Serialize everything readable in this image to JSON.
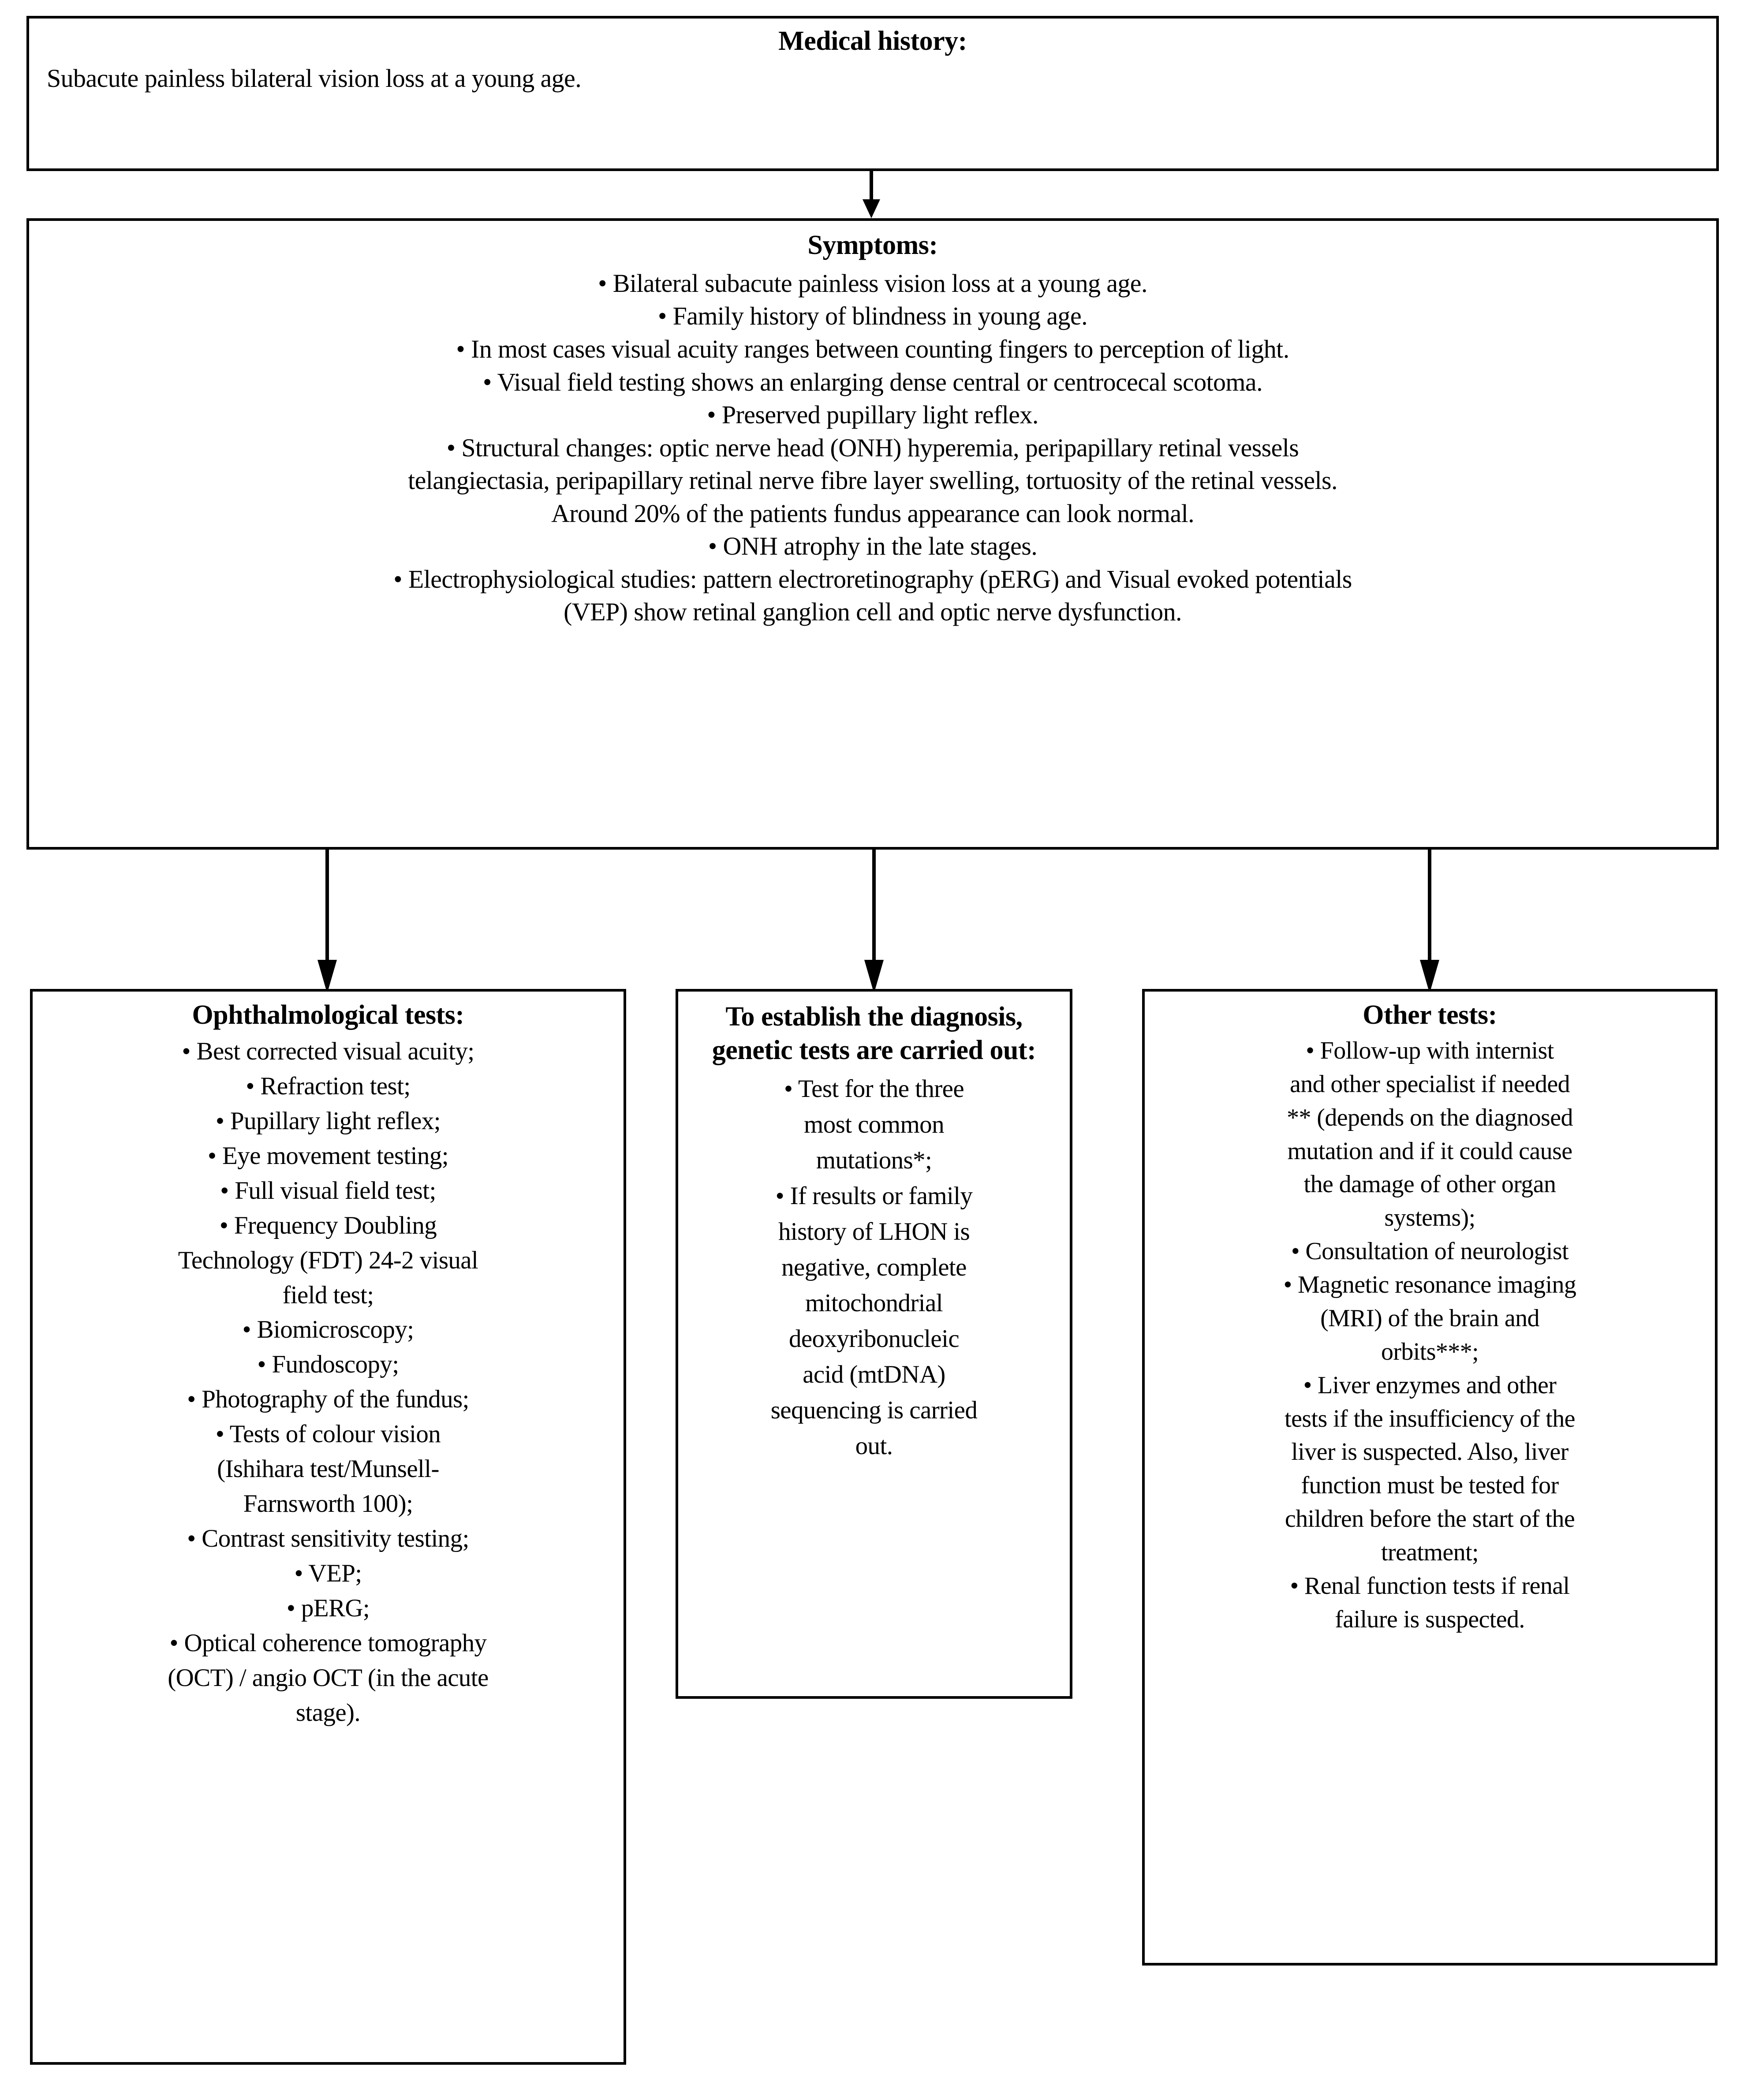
{
  "diagram": {
    "type": "flowchart",
    "title": "LHON diagnostic work-up flowchart",
    "nodes": {
      "medical_history": {
        "title": "Medical history:",
        "lines": [
          "Subacute painless bilateral vision loss at a young age."
        ]
      },
      "symptoms": {
        "title": "Symptoms:",
        "lines": [
          "• Bilateral subacute painless vision loss at a young age.",
          "• Family history of blindness in young age.",
          "• In most cases visual acuity ranges between counting fingers to perception of light.",
          "• Visual field testing shows an enlarging dense central or centrocecal scotoma.",
          "• Preserved pupillary light reflex.",
          "• Structural changes: optic nerve head (ONH) hyperemia, peripapillary retinal vessels",
          "telangiectasia, peripapillary retinal nerve fibre layer swelling, tortuosity of the retinal vessels.",
          "Around 20% of the patients fundus appearance can look normal.",
          "• ONH atrophy in the late stages.",
          "• Electrophysiological studies: pattern electroretinography (pERG) and Visual evoked potentials",
          "(VEP) show retinal ganglion cell and optic nerve dysfunction."
        ]
      },
      "ophthalmological_tests": {
        "title": "Ophthalmological tests:",
        "lines": [
          "• Best corrected visual acuity;",
          "• Refraction test;",
          "• Pupillary light reflex;",
          "• Eye movement testing;",
          "• Full visual field test;",
          "• Frequency Doubling",
          "Technology (FDT) 24-2 visual",
          "field test;",
          "• Biomicroscopy;",
          "• Fundoscopy;",
          "• Photography of the fundus;",
          "• Tests of colour vision",
          "(Ishihara test/Munsell-",
          "Farnsworth 100);",
          "• Contrast sensitivity testing;",
          "• VEP;",
          "• pERG;",
          "• Optical coherence tomography",
          "(OCT) / angio OCT (in the acute",
          "stage)."
        ]
      },
      "genetic_tests": {
        "title": "To establish the diagnosis, genetic tests are carried out:",
        "title_lines": [
          "To establish the",
          "diagnosis, genetic",
          "tests are carried out:"
        ],
        "lines": [
          "• Test for the three",
          "most common",
          "mutations*;",
          "• If results or family",
          "history of LHON is",
          "negative, complete",
          "mitochondrial",
          "deoxyribonucleic",
          "acid (mtDNA)",
          "sequencing is carried",
          "out."
        ]
      },
      "other_tests": {
        "title": "Other tests:",
        "lines": [
          "• Follow-up with internist",
          "and other specialist if needed",
          "** (depends on the diagnosed",
          "mutation and if it could cause",
          "the damage of other organ",
          "systems);",
          "• Consultation of neurologist",
          "• Magnetic resonance imaging",
          "(MRI) of the brain and",
          "orbits***;",
          "• Liver enzymes and other",
          "tests if the insufficiency of the",
          "liver is suspected. Also, liver",
          "function must be tested for",
          "children before the start of the",
          "treatment;",
          "• Renal function tests if renal",
          "failure is suspected."
        ]
      }
    },
    "edges": [
      {
        "name": "history-to-symptoms",
        "from": "medical_history",
        "to": "symptoms"
      },
      {
        "name": "symptoms-to-ophthalmological",
        "from": "symptoms",
        "to": "ophthalmological_tests"
      },
      {
        "name": "symptoms-to-genetic",
        "from": "symptoms",
        "to": "genetic_tests"
      },
      {
        "name": "symptoms-to-other",
        "from": "symptoms",
        "to": "other_tests"
      }
    ],
    "colors": {
      "stroke": "#000000",
      "background": "#ffffff",
      "text": "#000000"
    }
  }
}
